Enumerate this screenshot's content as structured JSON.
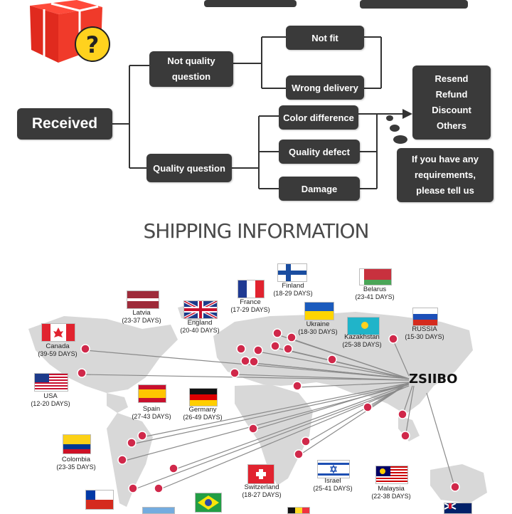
{
  "flow": {
    "received": "Received",
    "not_quality": [
      "Not quality",
      "question"
    ],
    "quality_question": "Quality question",
    "not_fit": "Not fit",
    "wrong_delivery": "Wrong delivery",
    "color_difference": "Color difference",
    "quality_defect": "Quality defect",
    "damage": "Damage",
    "solutions": [
      "Resend",
      "Refund",
      "Discount",
      "Others"
    ],
    "requirements": [
      "If you have any",
      "requirements,",
      "please tell us"
    ],
    "gift_icon": "gift-box-question-icon"
  },
  "shipping": {
    "title": "SHIPPING INFORMATION",
    "brand": "ZSIIBO",
    "countries": [
      {
        "name": "Finland",
        "days": "(18-29 DAYS)"
      },
      {
        "name": "Belarus",
        "days": "(23-41 DAYS)"
      },
      {
        "name": "France",
        "days": "(17-29 DAYS)"
      },
      {
        "name": "Latvia",
        "days": "(23-37 DAYS)"
      },
      {
        "name": "England",
        "days": "(20-40 DAYS)"
      },
      {
        "name": "Ukraine",
        "days": "(18-30 DAYS)"
      },
      {
        "name": "Kazakhstan",
        "days": "(25-38 DAYS)"
      },
      {
        "name": "RUSSIA",
        "days": "(15-30 DAYS)"
      },
      {
        "name": "Canada",
        "days": "(39-59 DAYS)"
      },
      {
        "name": "USA",
        "days": "(12-20 DAYS)"
      },
      {
        "name": "Spain",
        "days": "(27-43 DAYS)"
      },
      {
        "name": "Germany",
        "days": "(26-49 DAYS)"
      },
      {
        "name": "Colombia",
        "days": "(23-35 DAYS)"
      },
      {
        "name": "Switzerland",
        "days": "(18-27 DAYS)"
      },
      {
        "name": "Israel",
        "days": "(25-41 DAYS)"
      },
      {
        "name": "Malaysia",
        "days": "(22-38 DAYS)"
      }
    ]
  },
  "colors": {
    "box": "#3a3a3a",
    "pin": "#d0284a",
    "map": "#d8d8d8"
  }
}
